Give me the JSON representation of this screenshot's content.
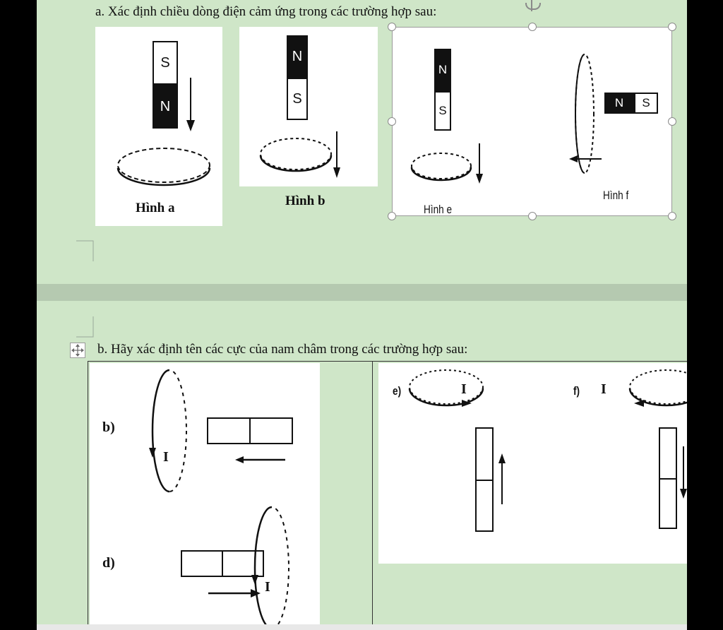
{
  "part_a": {
    "question": "a. Xác định chiều dòng điện cảm ứng trong các trường hợp sau:",
    "figures": [
      {
        "caption": "Hình a",
        "magnet_top": "S",
        "magnet_bottom": "N"
      },
      {
        "caption": "Hình b",
        "magnet_top": "N",
        "magnet_bottom": "S"
      },
      {
        "caption": "Hình e",
        "magnet_top": "N",
        "magnet_bottom": "S"
      },
      {
        "caption": "Hình f",
        "magnet_left": "N",
        "magnet_right": "S"
      }
    ]
  },
  "part_b": {
    "question": "b. Hãy xác định tên các cực của nam châm trong các trường hợp sau:",
    "labels": {
      "b": "b)",
      "d": "d)",
      "e": "e)",
      "f": "f)"
    },
    "current_symbol": "I"
  },
  "icons": {
    "move_handle": "move-cross-icon"
  }
}
